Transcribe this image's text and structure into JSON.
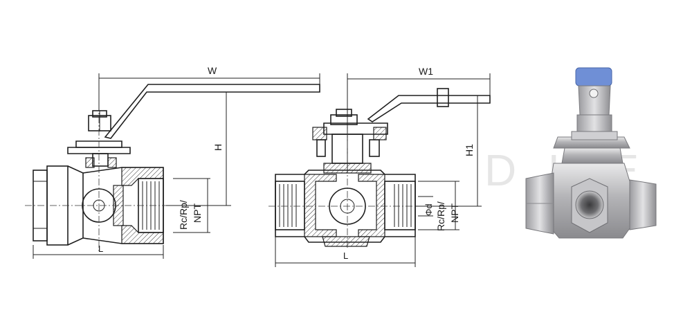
{
  "figure_1": {
    "dims": {
      "width_label": "W",
      "height_label": "H",
      "length_label": "L",
      "thread_label_1": "Rc/Rp/",
      "thread_label_2": "NPT"
    }
  },
  "figure_2": {
    "dims": {
      "width_label": "W1",
      "height_label": "H1",
      "length_label": "L",
      "bore_label": "Φd",
      "thread_label_1": "Rc/Rp/",
      "thread_label_2": "NPT"
    }
  },
  "watermark": "D K E",
  "colors": {
    "line": "#1e1e1e",
    "photo_steel": "#b9b9bb",
    "handle_cap": "#6f8fd6",
    "watermark": "#e6e6e6"
  }
}
